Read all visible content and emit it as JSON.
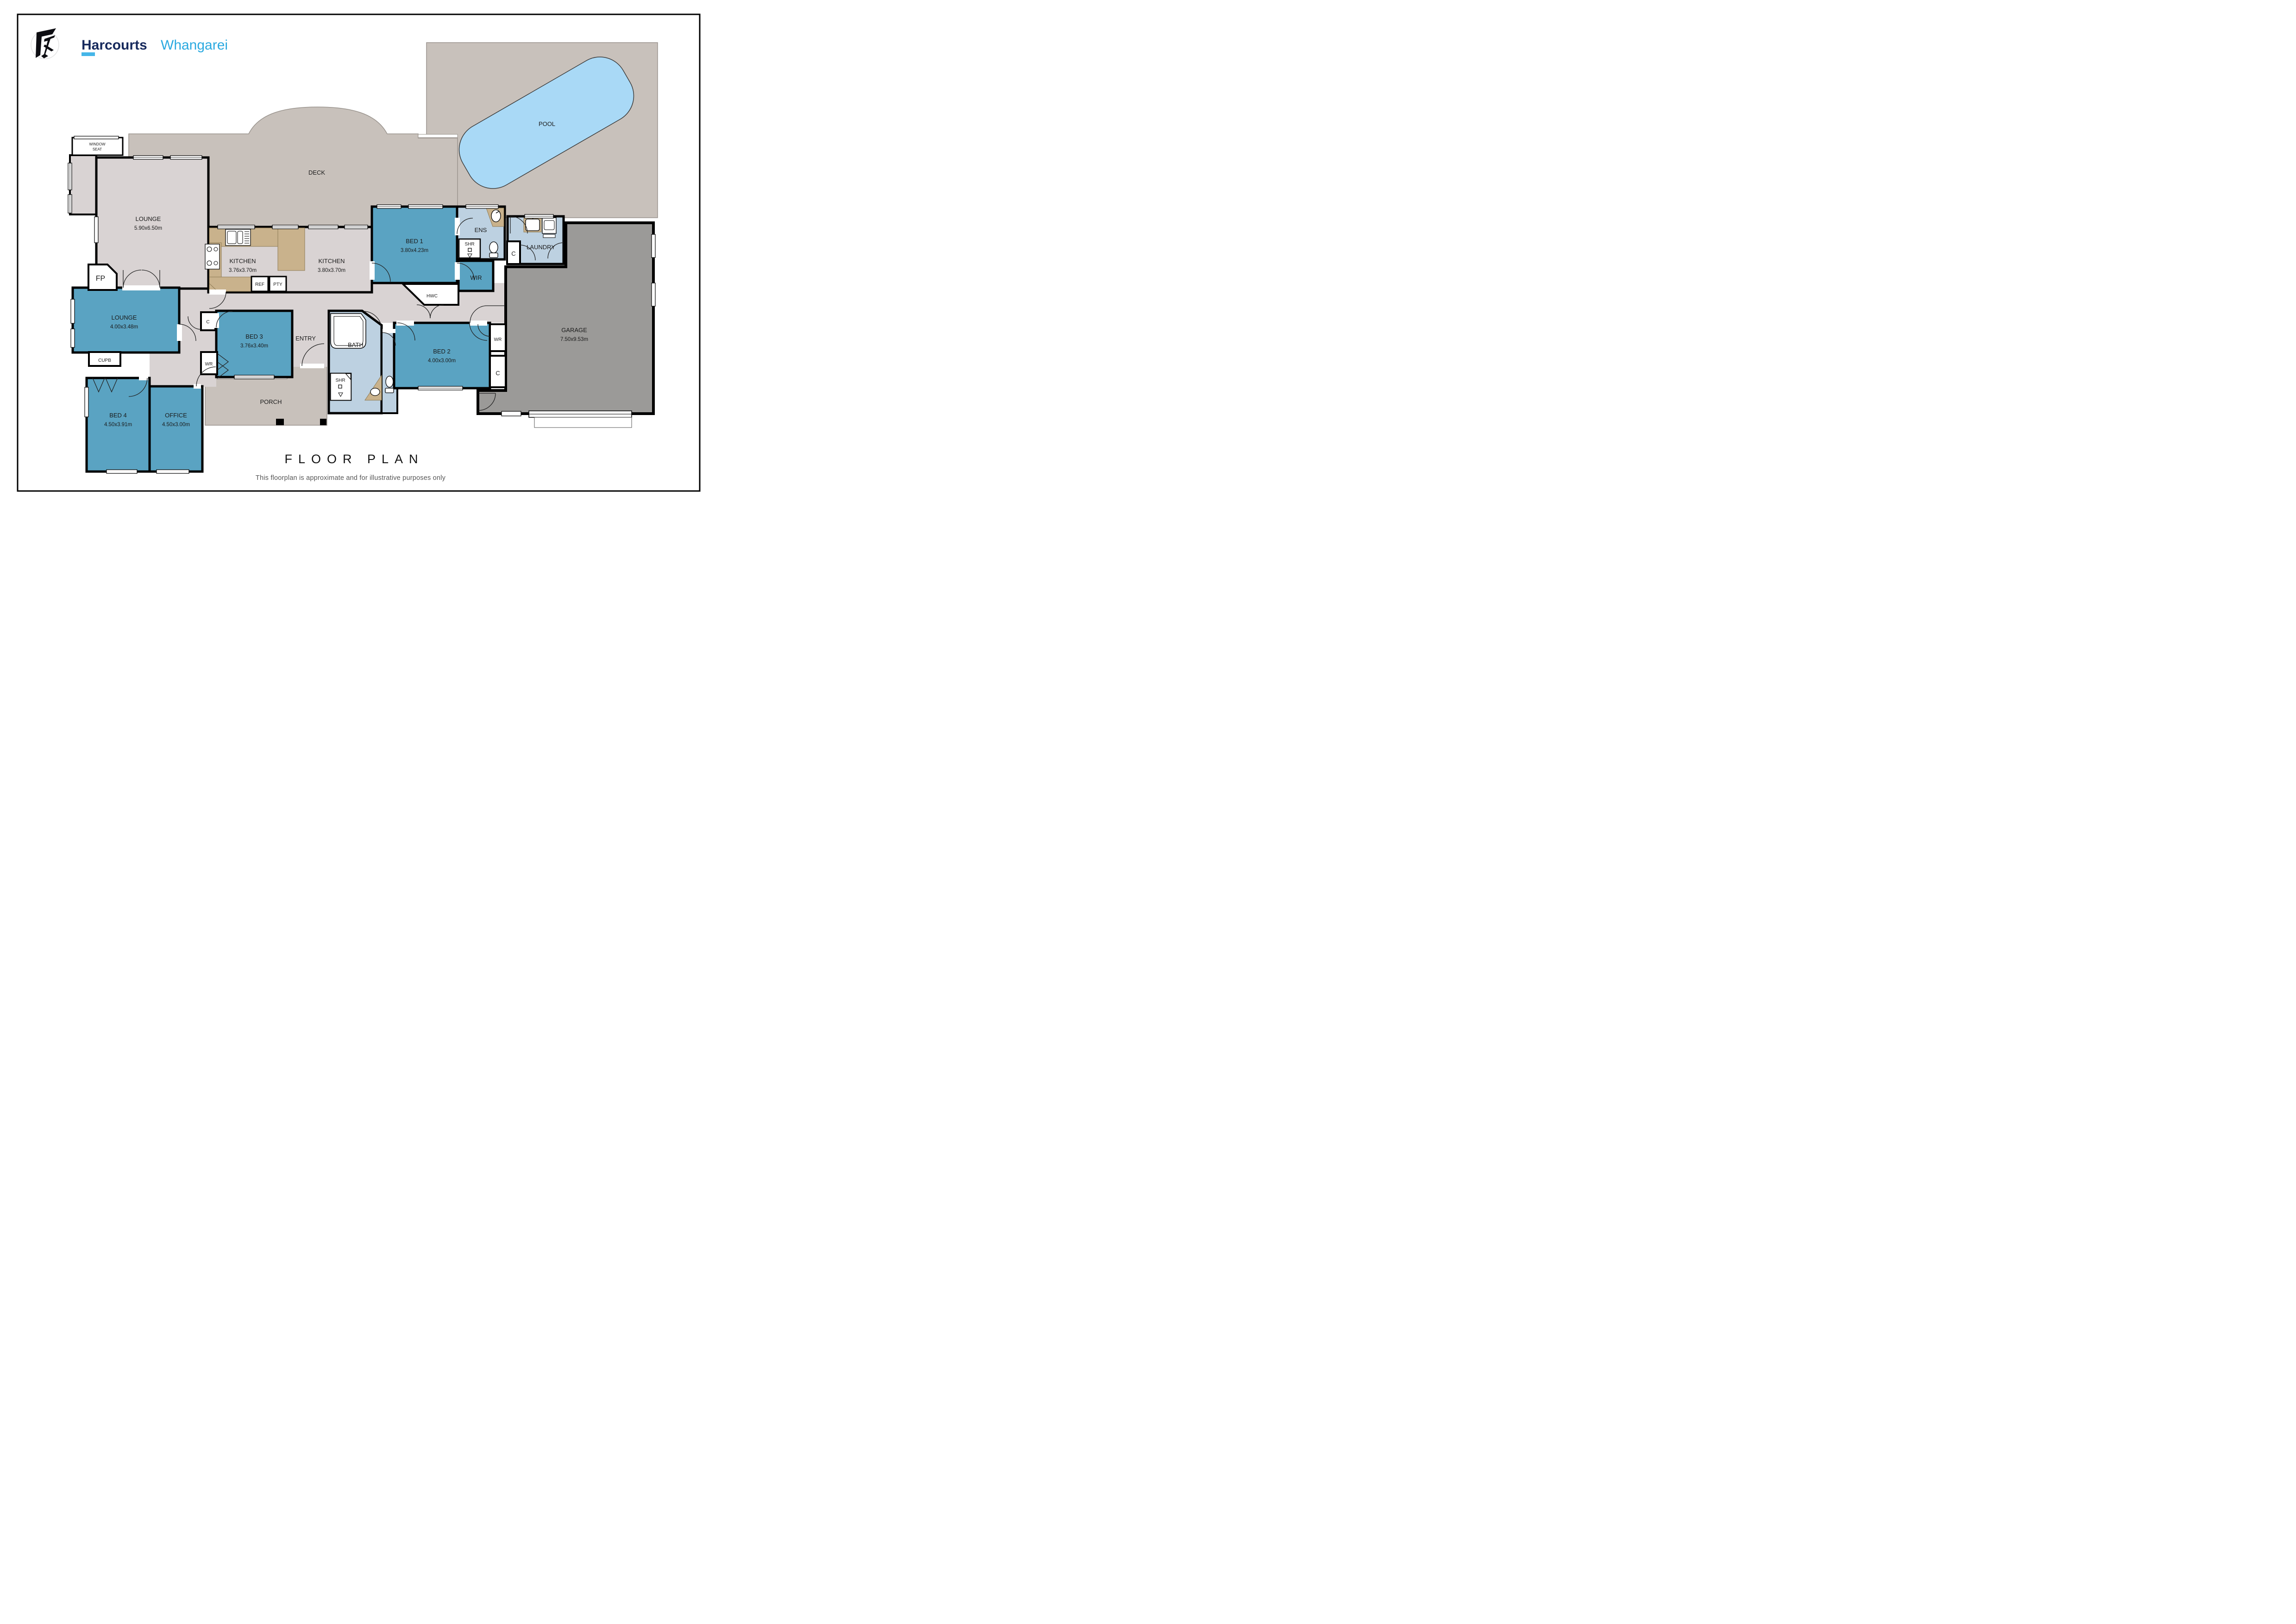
{
  "header": {
    "brand_primary": "Harcourts",
    "brand_secondary": "Whangarei",
    "logo": "harcourts-mark-icon"
  },
  "footer": {
    "title": "FLOOR PLAN",
    "disclaimer": "This floorplan is approximate and for illustrative purposes only"
  },
  "site": {
    "pool": {
      "label": "POOL"
    },
    "deck": {
      "label": "DECK"
    },
    "porch": {
      "label": "PORCH"
    }
  },
  "rooms": {
    "window_seat": {
      "label_line1": "WINDOW",
      "label_line2": "SEAT"
    },
    "lounge_main": {
      "label": "LOUNGE",
      "dims": "5.90x6.50m"
    },
    "fireplace": {
      "label": "FP"
    },
    "kitchen_1": {
      "label": "KITCHEN",
      "dims": "3.76x3.70m"
    },
    "kitchen_2": {
      "label": "KITCHEN",
      "dims": "3.80x3.70m"
    },
    "ref": {
      "label": "REF"
    },
    "pty": {
      "label": "PTY"
    },
    "bed1": {
      "label": "BED 1",
      "dims": "3.80x4.23m"
    },
    "ens": {
      "label": "ENS"
    },
    "shr_ens": {
      "label": "SHR"
    },
    "laundry": {
      "label": "LAUNDRY"
    },
    "c_laundry": {
      "label": "C"
    },
    "wir": {
      "label": "WIR"
    },
    "hwc": {
      "label": "HWC"
    },
    "garage": {
      "label": "GARAGE",
      "dims": "7.50x9.53m"
    },
    "bed3": {
      "label": "BED 3",
      "dims": "3.76x3.40m"
    },
    "c_bed3": {
      "label": "C"
    },
    "wr_bed3": {
      "label": "WR"
    },
    "entry": {
      "label": "ENTRY"
    },
    "bath": {
      "label": "BATH"
    },
    "shr_bath": {
      "label": "SHR"
    },
    "bed2": {
      "label": "BED 2",
      "dims": "4.00x3.00m"
    },
    "wr_bed2": {
      "label": "WR"
    },
    "c_bed2": {
      "label": "C"
    },
    "lounge_2": {
      "label": "LOUNGE",
      "dims": "4.00x3.48m"
    },
    "cupb": {
      "label": "CUPB"
    },
    "bed4": {
      "label": "BED 4",
      "dims": "4.50x3.91m"
    },
    "office": {
      "label": "OFFICE",
      "dims": "4.50x3.00m"
    }
  },
  "colors": {
    "brand_navy": "#16295c",
    "brand_blue": "#2aa9e0",
    "bedroom_blue": "#5aa3c2",
    "wet_area_blue": "#bdd1e1",
    "floor_lavender": "#d9d3d3",
    "site_taupe": "#c8c1bb",
    "garage_gray": "#9b9a98",
    "counter_tan": "#c9b28c",
    "pool_blue": "#a9d9f6",
    "wall_black": "#000000"
  }
}
